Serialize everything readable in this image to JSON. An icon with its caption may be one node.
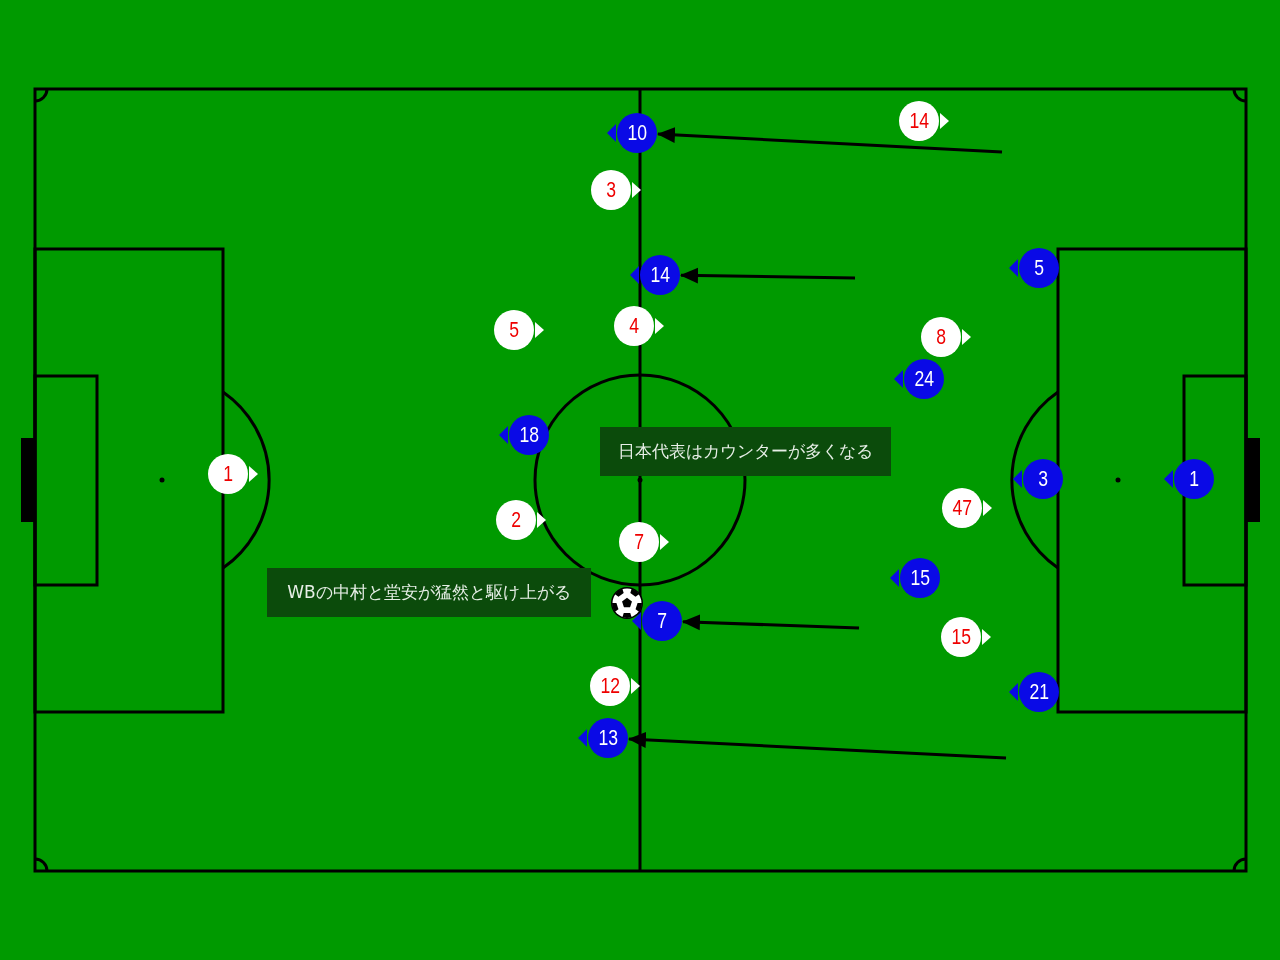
{
  "diagram": {
    "nodes": [
      {
        "text": [
          "14"
        ]
      },
      {
        "text": [
          "10"
        ]
      },
      {
        "text": [
          "3"
        ]
      },
      {
        "text": [
          "5"
        ]
      },
      {
        "text": [
          "14"
        ]
      },
      {
        "text": [
          "4"
        ]
      },
      {
        "text": [
          "5"
        ]
      },
      {
        "text": [
          "8"
        ]
      },
      {
        "text": [
          "24"
        ]
      },
      {
        "text": [
          "18"
        ]
      },
      {
        "text": [
          "日本代表はカウンターが多くなる"
        ]
      },
      {
        "text": [
          "1"
        ]
      },
      {
        "text": [
          "3"
        ]
      },
      {
        "text": [
          "1"
        ]
      },
      {
        "text": [
          "47"
        ]
      },
      {
        "text": [
          "2"
        ]
      },
      {
        "text": [
          "7"
        ]
      },
      {
        "text": [
          "15"
        ]
      },
      {
        "text": [
          "WBの中村と堂安が猛然と駆け上がる"
        ]
      },
      {
        "text": [
          "7"
        ]
      },
      {
        "text": [
          "15"
        ]
      },
      {
        "text": [
          "12"
        ]
      },
      {
        "text": [
          "21"
        ]
      },
      {
        "text": [
          "13"
        ]
      }
    ],
    "edges": [
      {
        "from": null,
        "to": 1,
        "arrow": "to"
      },
      {
        "from": null,
        "to": 4,
        "arrow": "to"
      },
      {
        "from": null,
        "to": 19,
        "arrow": "to"
      },
      {
        "from": null,
        "to": 23,
        "arrow": "to"
      }
    ]
  }
}
